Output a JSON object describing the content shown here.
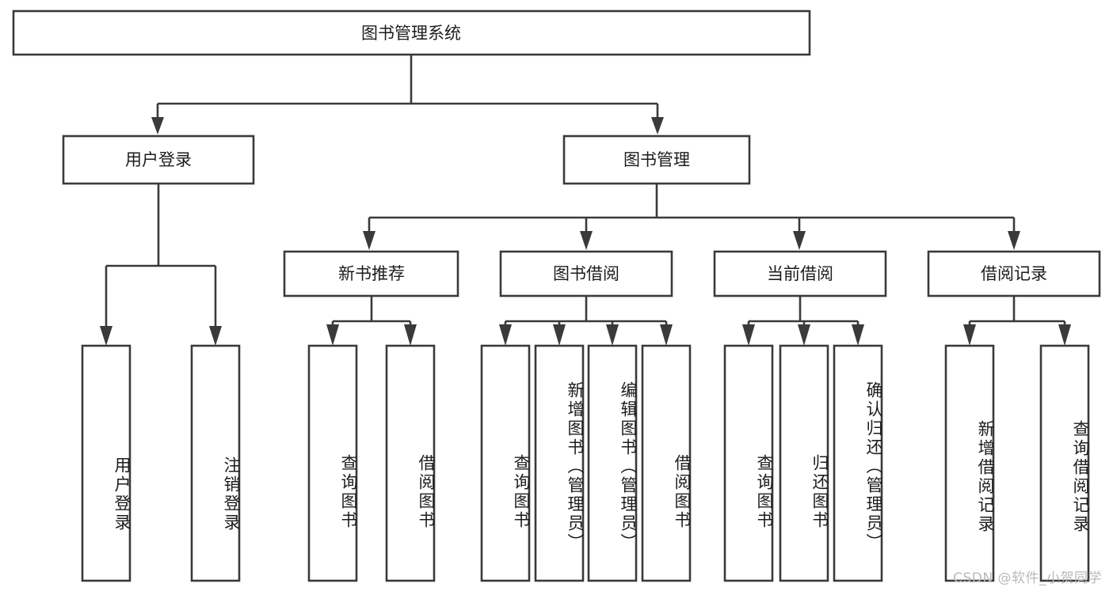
{
  "diagram": {
    "type": "tree",
    "title": "图书管理系统",
    "watermark": "CSDN @软件_小贺同学",
    "colors": {
      "background": "#ffffff",
      "box_fill": "#ffffff",
      "box_stroke": "#3a3a3a",
      "text": "#1c1c1c",
      "watermark": "#b9b9b9"
    },
    "root": {
      "label": "图书管理系统"
    },
    "level2": [
      {
        "label": "用户登录"
      },
      {
        "label": "图书管理"
      }
    ],
    "level3": [
      {
        "label": "新书推荐"
      },
      {
        "label": "图书借阅"
      },
      {
        "label": "当前借阅"
      },
      {
        "label": "借阅记录"
      }
    ],
    "leaves": {
      "user_login": [
        {
          "label": "用户登录"
        },
        {
          "label": "注销登录"
        }
      ],
      "new_book_recommend": [
        {
          "label": "查询图书"
        },
        {
          "label": "借阅图书"
        }
      ],
      "book_borrow": [
        {
          "label": "查询图书"
        },
        {
          "label": "新增图书（管理员）"
        },
        {
          "label": "编辑图书（管理员）"
        },
        {
          "label": "借阅图书"
        }
      ],
      "current_borrow": [
        {
          "label": "查询图书"
        },
        {
          "label": "归还图书"
        },
        {
          "label": "确认归还（管理员）"
        }
      ],
      "borrow_record": [
        {
          "label": "新增借阅记录"
        },
        {
          "label": "查询借阅记录"
        }
      ]
    }
  }
}
